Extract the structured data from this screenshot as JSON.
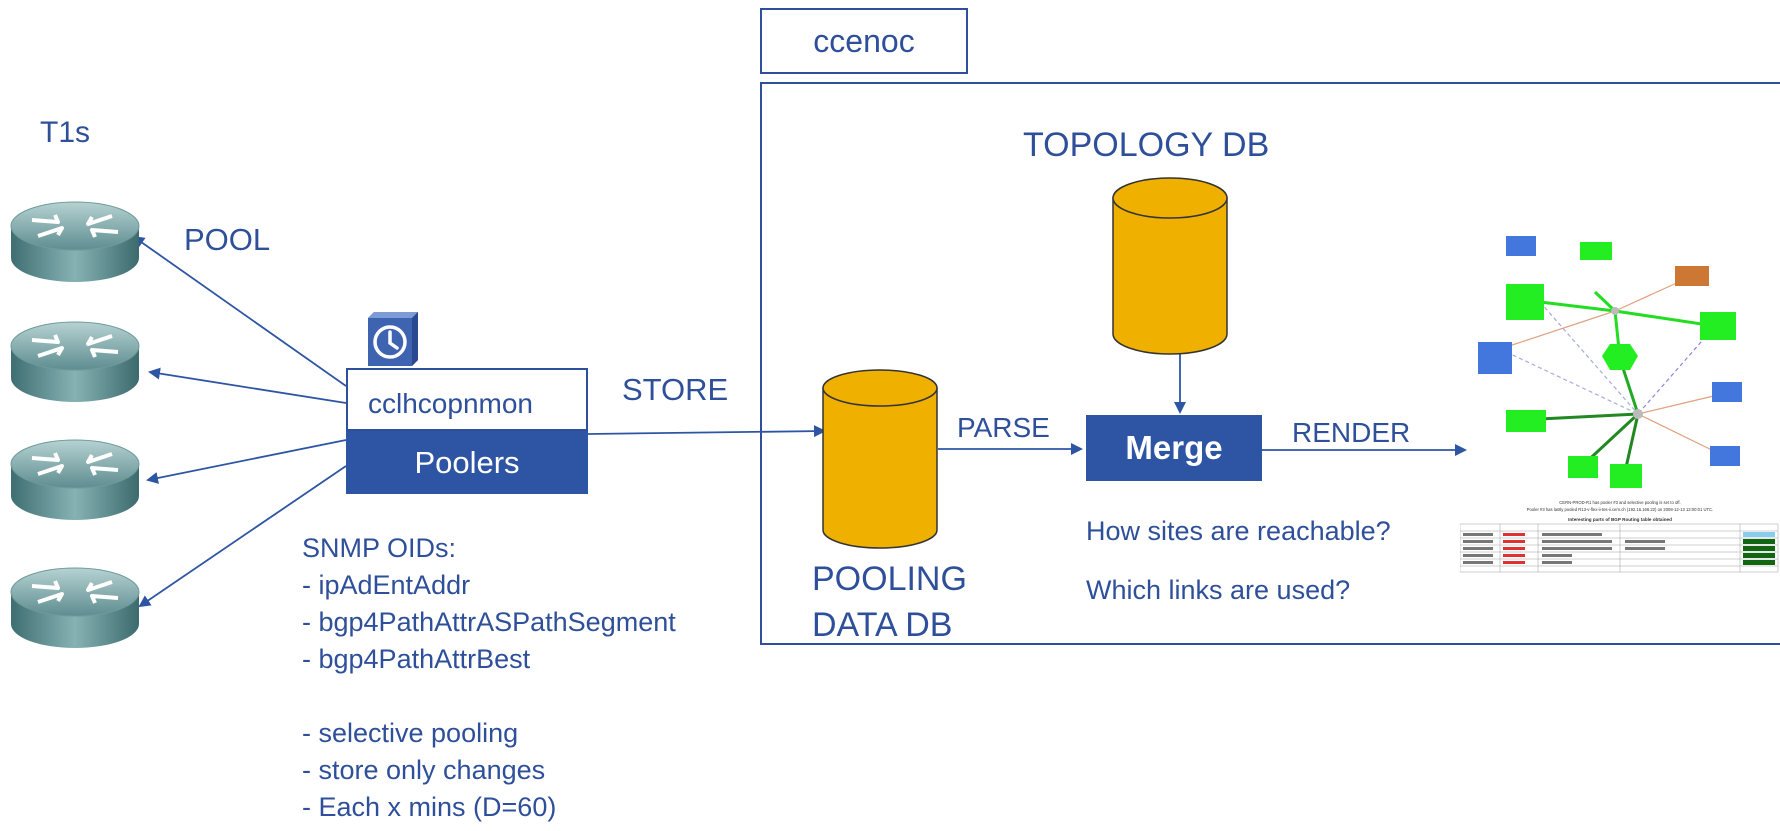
{
  "labels": {
    "t1s": "T1s",
    "pool": "POOL",
    "store": "STORE",
    "parse": "PARSE",
    "render": "RENDER",
    "ccenoc": "ccenoc",
    "topology_db": "TOPOLOGY DB",
    "pooling_db_line1": "POOLING",
    "pooling_db_line2": "DATA DB"
  },
  "monitor": {
    "hostname": "cclhcopnmon",
    "poolers": "Poolers"
  },
  "merge": {
    "label": "Merge",
    "question1": "How sites are reachable?",
    "question2": "Which links are used?"
  },
  "notes": {
    "title": "SNMP OIDs:",
    "oids": [
      "- ipAdEntAddr",
      "- bgp4PathAttrASPathSegment",
      "- bgp4PathAttrBest"
    ],
    "features": [
      "- selective pooling",
      "- store only changes",
      "- Each x mins (D=60)"
    ]
  },
  "snapshot": {
    "caption_line1": "CERN-PROD-R1 has pooler #3 and selective pooling is set to off.",
    "caption_line2": "Pooler #3 has lastly pooled R13-v-flex-ii-tes-ii.cern.ch (192.16.166.22) on 2008-12-13 13:00:01 UTC.",
    "table_title": "Interesting parts of BGP Routing table obtained"
  },
  "colors": {
    "accent": "#2e55a4",
    "text": "#2e4f9a",
    "cylinder": "#f0b000",
    "graph_green": "#22ee22",
    "graph_blue": "#4477dd",
    "graph_orange": "#cc7733"
  },
  "icons": {
    "router": "router-icon",
    "clock": "clock-icon",
    "database": "database-icon"
  }
}
